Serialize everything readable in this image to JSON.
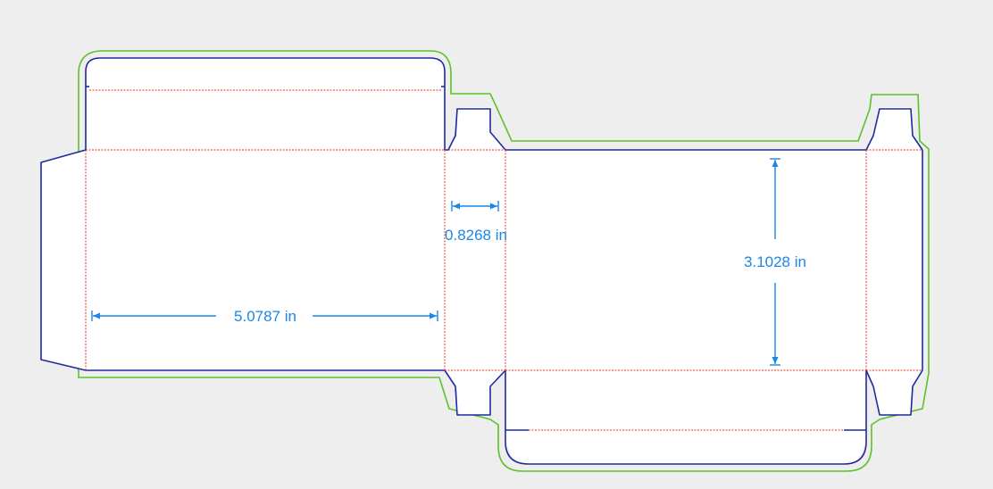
{
  "colors": {
    "background": "#eeeeee",
    "panel_fill": "#ffffff",
    "cut_line": "#1f2a9e",
    "fold_line": "#e8302a",
    "bleed_outline": "#5cc22a",
    "dimension": "#1a86e8"
  },
  "dimensions": {
    "panel_width": "5.0787 in",
    "panel_height": "3.1028 in",
    "side_depth": "0.8268 in"
  }
}
